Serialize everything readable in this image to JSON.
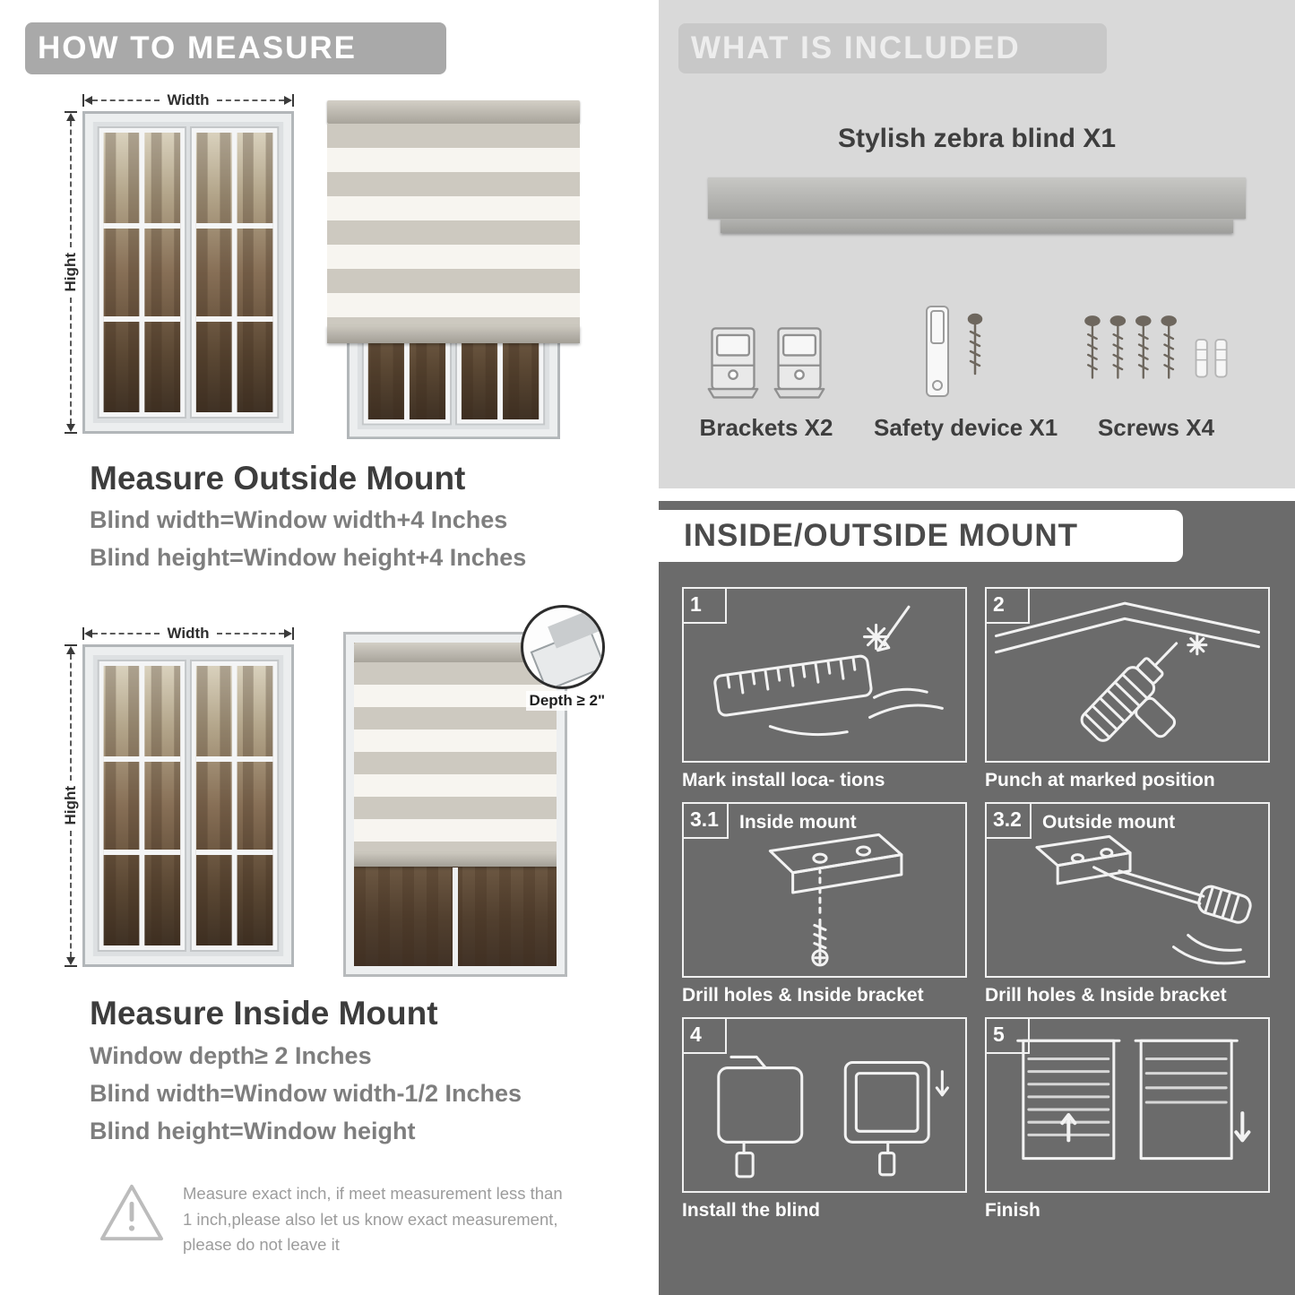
{
  "measure": {
    "header": "HOW TO MEASURE",
    "width_label": "Width",
    "height_label": "Hight",
    "outside": {
      "title": "Measure Outside Mount",
      "lines": [
        "Blind width=Window width+4 Inches",
        "Blind height=Window height+4 Inches"
      ]
    },
    "inside": {
      "depth_callout": "Depth ≥ 2\"",
      "title": "Measure Inside Mount",
      "lines": [
        "Window depth≥ 2 Inches",
        "Blind width=Window width-1/2 Inches",
        "Blind height=Window height"
      ]
    },
    "warning": "Measure exact inch, if meet measurement less than 1 inch,please also let us know exact measurement, please do not leave it"
  },
  "included": {
    "header": "WHAT IS INCLUDED",
    "product": "Stylish zebra blind X1",
    "items": [
      {
        "label": "Brackets X2"
      },
      {
        "label": "Safety device X1"
      },
      {
        "label": "Screws X4"
      }
    ]
  },
  "mount": {
    "header": "INSIDE/OUTSIDE MOUNT",
    "steps": [
      {
        "num": "1",
        "label": "",
        "caption": "Mark install loca- tions"
      },
      {
        "num": "2",
        "label": "",
        "caption": "Punch at  marked position"
      },
      {
        "num": "3.1",
        "label": "Inside mount",
        "caption": "Drill holes &  Inside bracket"
      },
      {
        "num": "3.2",
        "label": "Outside mount",
        "caption": "Drill holes &  Inside bracket"
      },
      {
        "num": "4",
        "label": "",
        "caption": "Install the blind"
      },
      {
        "num": "5",
        "label": "",
        "caption": "Finish"
      }
    ]
  },
  "colors": {
    "header_gray": "#a9a9a9",
    "light_section": "#d9d9d9",
    "dark_section": "#6b6b6b",
    "title_text": "#3e3e3e",
    "body_text": "#7e7e7e"
  }
}
